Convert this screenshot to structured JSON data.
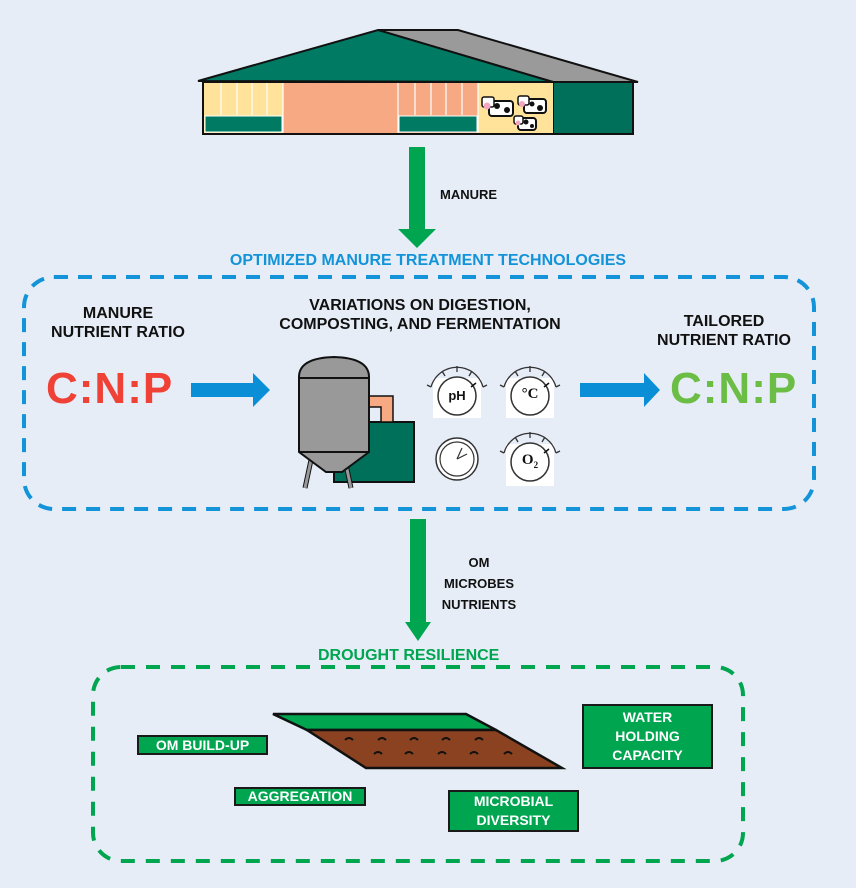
{
  "colors": {
    "background": "#e6edf7",
    "roof_green": "#007a63",
    "roof_gray": "#9a9a9a",
    "barn_yellow": "#ffe39a",
    "barn_salmon": "#f6a982",
    "barn_dark_green": "#00705a",
    "arrow_green": "#00a550",
    "arrow_blue": "#0a8fd6",
    "section_blue": "#1393d8",
    "section_green": "#00a550",
    "cnp_input": "#ef4136",
    "cnp_output": "#6cbd45",
    "tank_gray": "#999999",
    "pipe_salmon": "#f6a982",
    "soil_brown": "#8b4220",
    "grass_green": "#00a550"
  },
  "barn": {
    "icon": "barn-icon",
    "animals": "cow-icon"
  },
  "arrow1": {
    "label": "MANURE"
  },
  "treatment": {
    "title": "OPTIMIZED MANURE TREATMENT TECHNOLOGIES",
    "input": {
      "label_line1": "MANURE",
      "label_line2": "NUTRIENT RATIO",
      "ratio": "C:N:P"
    },
    "process": {
      "label_line1": "VARIATIONS ON DIGESTION,",
      "label_line2": "COMPOSTING, AND FERMENTATION",
      "gauges": [
        {
          "icon": "ph-gauge-icon",
          "label": "pH"
        },
        {
          "icon": "temperature-gauge-icon",
          "label": "°C"
        },
        {
          "icon": "clock-icon",
          "label": ""
        },
        {
          "icon": "oxygen-gauge-icon",
          "label": "O",
          "subscript": "2"
        }
      ]
    },
    "output": {
      "label_line1": "TAILORED",
      "label_line2": "NUTRIENT RATIO",
      "ratio": "C:N:P"
    }
  },
  "arrow2": {
    "labels": [
      "OM",
      "MICROBES",
      "NUTRIENTS"
    ]
  },
  "resilience": {
    "title": "DROUGHT RESILIENCE",
    "tags": {
      "om_buildup": "OM BUILD-UP",
      "aggregation": "AGGREGATION",
      "water_line1": "WATER",
      "water_line2": "HOLDING",
      "water_line3": "CAPACITY",
      "microbial_line1": "MICROBIAL",
      "microbial_line2": "DIVERSITY"
    }
  }
}
